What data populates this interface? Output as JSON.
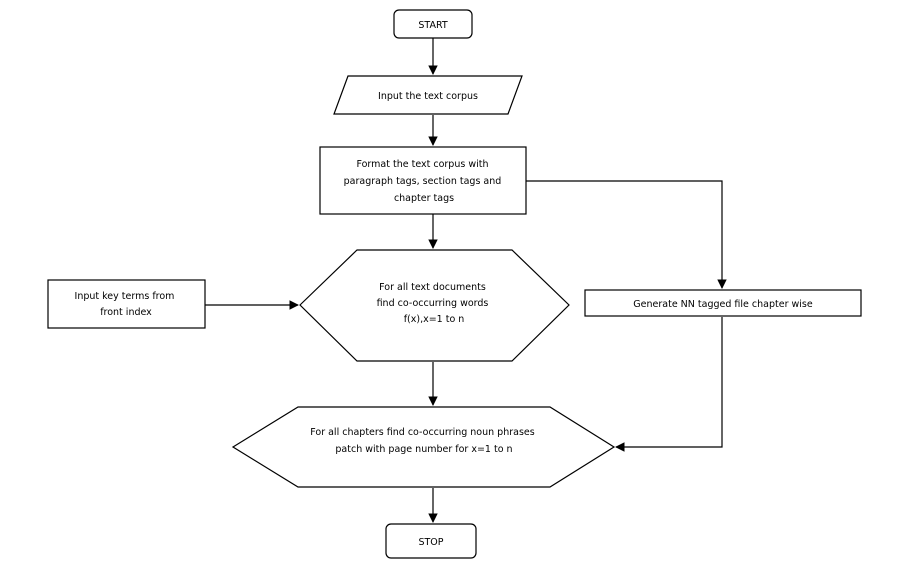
{
  "nodes": {
    "start": {
      "lines": [
        "START"
      ]
    },
    "input_corpus": {
      "lines": [
        "Input the text corpus"
      ]
    },
    "format_corpus": {
      "lines": [
        "Format the text corpus with",
        "paragraph tags, section tags and",
        "chapter tags"
      ]
    },
    "input_key_terms": {
      "lines": [
        "Input key terms from",
        "front index"
      ]
    },
    "find_cooccurring_words": {
      "lines": [
        "For all text documents",
        "find co-occurring words",
        "f(x),x=1 to n"
      ]
    },
    "generate_nn": {
      "lines": [
        "Generate NN tagged file chapter wise"
      ]
    },
    "find_noun_phrases": {
      "lines": [
        "For all chapters find co-occurring noun phrases",
        "patch with page number for x=1 to n"
      ]
    },
    "stop": {
      "lines": [
        "STOP"
      ]
    }
  }
}
